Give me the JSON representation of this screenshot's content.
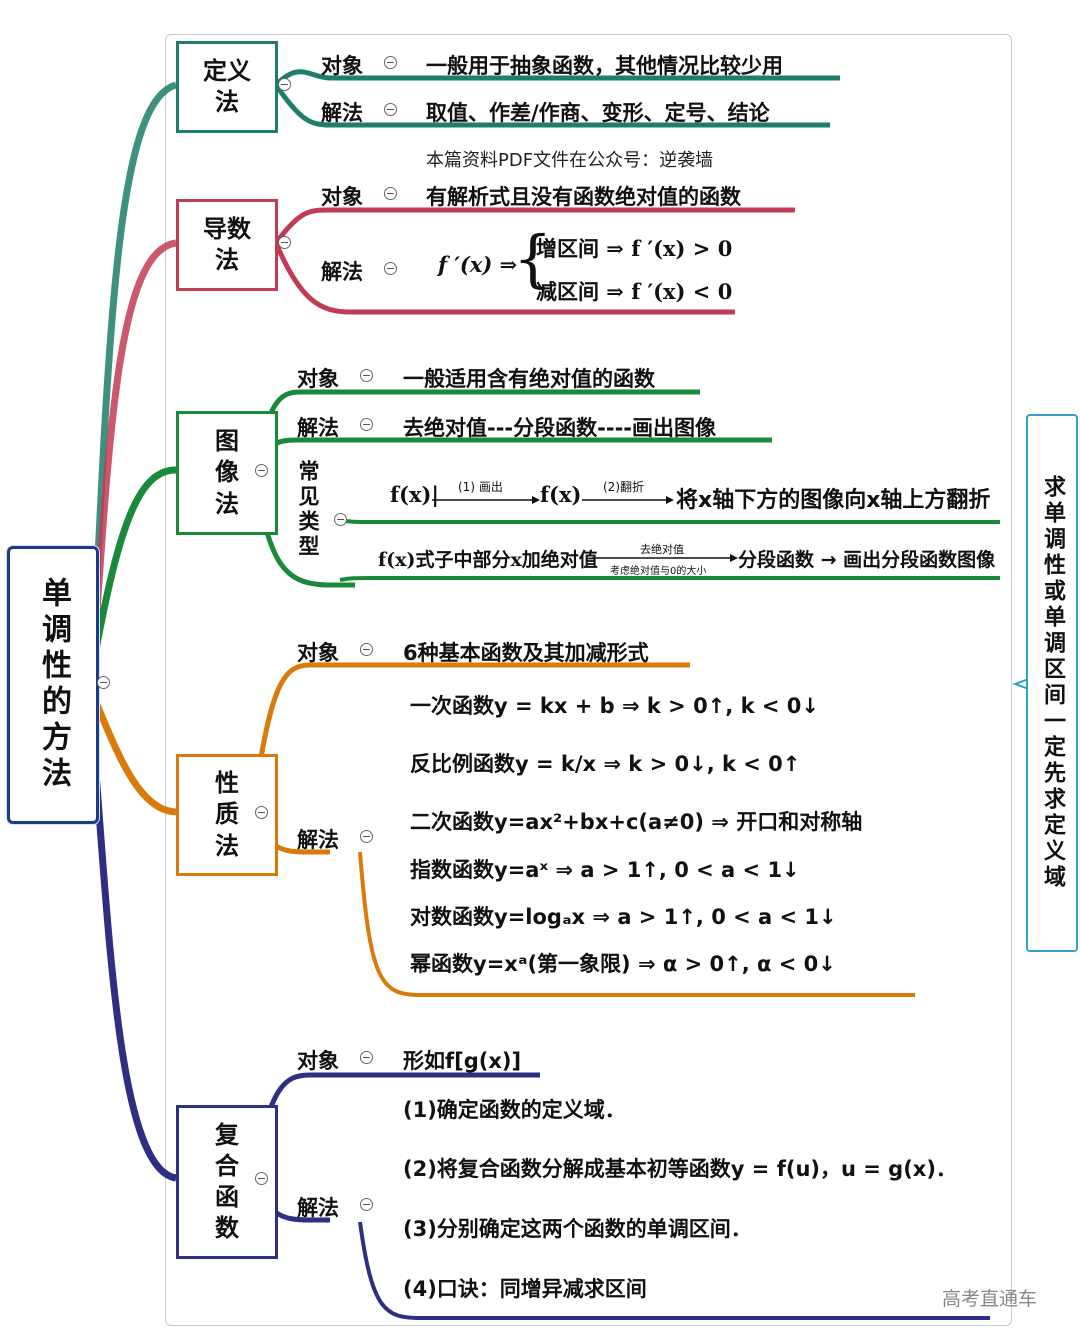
{
  "root": {
    "title": "单调性的方法",
    "color": "#1b3d86"
  },
  "right_note": "求单调性或单调区间一定先求定义域",
  "colors": {
    "definition": "#1e7d6b",
    "derivative": "#c23b54",
    "graph": "#1a8a3a",
    "property": "#d97b0c",
    "composite": "#2e2f82",
    "right_box": "#2fa3c9"
  },
  "methods": {
    "definition": {
      "name": "定义法",
      "object_label": "对象",
      "object_text": "一般用于抽象函数，其他情况比较少用",
      "solution_label": "解法",
      "solution_text": "取值、作差/作商、变形、定号、结论",
      "note": "本篇资料PDF文件在公众号：逆袭墙"
    },
    "derivative": {
      "name": "导数法",
      "object_label": "对象",
      "object_text": "有解析式且没有函数绝对值的函数",
      "solution_label": "解法",
      "formula_lhs": "f ′(x) ⇒",
      "increase": "增区间 ⇒ f ′(x) > 0",
      "decrease": "减区间 ⇒ f ′(x) < 0"
    },
    "graph": {
      "name": "图像法",
      "object_label": "对象",
      "object_text": "一般适用含有绝对值的函数",
      "solution_label": "解法",
      "solution_text": "去绝对值---分段函数----画出图像",
      "types_label": "常见类型",
      "type1_a": "f(x)|",
      "type1_step1": "(1) 画出",
      "type1_b": "f(x)",
      "type1_step2": "(2)翻折",
      "type1_c": "将x轴下方的图像向x轴上方翻折",
      "type2_a": "f(x)式子中部分x加绝对值",
      "type2_top": "去绝对值",
      "type2_bottom": "考虑绝对值与0的大小",
      "type2_b": "分段函数 → 画出分段函数图像"
    },
    "property": {
      "name": "性质法",
      "object_label": "对象",
      "object_text": "6种基本函数及其加减形式",
      "solution_label": "解法",
      "lines": [
        "一次函数y = kx + b ⇒ k > 0↑, k < 0↓",
        "反比例函数y = k/x ⇒ k > 0↓, k < 0↑",
        "二次函数y=ax²+bx+c(a≠0) ⇒ 开口和对称轴",
        "指数函数y=aˣ ⇒ a > 1↑, 0 < a < 1↓",
        "对数函数y=logₐx ⇒ a > 1↑, 0 < a < 1↓",
        "幂函数y=xᵃ(第一象限) ⇒ α > 0↑, α < 0↓"
      ]
    },
    "composite": {
      "name": "复合函数",
      "object_label": "对象",
      "object_text": "形如f[g(x)]",
      "solution_label": "解法",
      "steps": [
        "(1)确定函数的定义域．",
        "(2)将复合函数分解成基本初等函数y = f(u)，u = g(x)．",
        "(3)分别确定这两个函数的单调区间．",
        "(4)口诀：同增异减求区间"
      ]
    }
  },
  "watermark": "高考直通车"
}
